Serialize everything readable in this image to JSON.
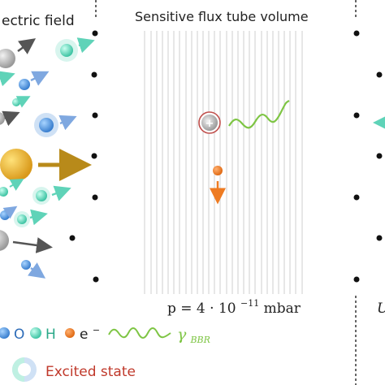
{
  "labels": {
    "left_title": "ectric field",
    "center_title": "Sensitive flux tube volume",
    "pressure_prefix": "p = 4 · 10",
    "pressure_exponent": "−11",
    "pressure_unit": "mbar",
    "right_fragment": "U"
  },
  "legend": {
    "o_label": "O",
    "h_label": "H",
    "e_label": "e",
    "e_superscript": "−",
    "gamma_symbol": "γ",
    "gamma_subscript": "BBR",
    "excited_label": "Excited state",
    "plus_symbol": "+"
  },
  "colors": {
    "oxygen": "#4a90d9",
    "hydrogen": "#5fd3b8",
    "electron": "#ee7b22",
    "gold": "#d9a61e",
    "gray_atom": "#b8b8b8",
    "photon": "#7ec544",
    "excited_text": "#c0392b",
    "field_lines": "#cfcfcf"
  }
}
